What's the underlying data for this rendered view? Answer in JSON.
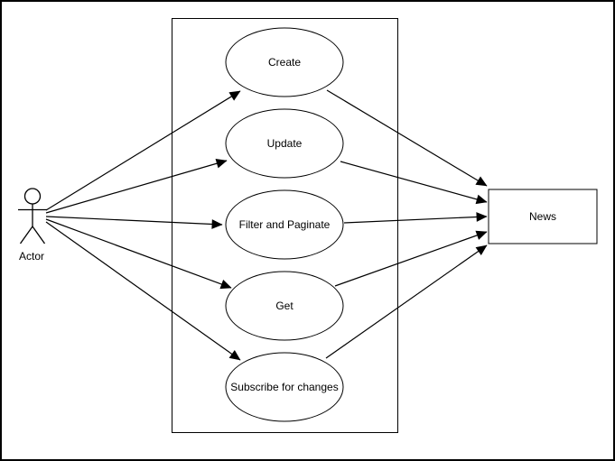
{
  "diagram": {
    "type": "uml-use-case",
    "background_color": "#ffffff",
    "stroke_color": "#000000",
    "shape_fill_color": "#ffffff",
    "actor": {
      "label": "Actor"
    },
    "system_boundary": {
      "label": ""
    },
    "use_cases": [
      {
        "label": "Create"
      },
      {
        "label": "Update"
      },
      {
        "label": "Filter and Paginate"
      },
      {
        "label": "Get"
      },
      {
        "label": "Subscribe for changes"
      }
    ],
    "entity": {
      "label": "News"
    },
    "edges": [
      {
        "from": "Actor",
        "to": "Create",
        "arrow": "end"
      },
      {
        "from": "Actor",
        "to": "Update",
        "arrow": "end"
      },
      {
        "from": "Actor",
        "to": "Filter and Paginate",
        "arrow": "end"
      },
      {
        "from": "Actor",
        "to": "Get",
        "arrow": "end"
      },
      {
        "from": "Actor",
        "to": "Subscribe for changes",
        "arrow": "end"
      },
      {
        "from": "Create",
        "to": "News",
        "arrow": "end"
      },
      {
        "from": "Update",
        "to": "News",
        "arrow": "end"
      },
      {
        "from": "Filter and Paginate",
        "to": "News",
        "arrow": "end"
      },
      {
        "from": "Get",
        "to": "News",
        "arrow": "end"
      },
      {
        "from": "Subscribe for changes",
        "to": "News",
        "arrow": "end"
      }
    ]
  }
}
